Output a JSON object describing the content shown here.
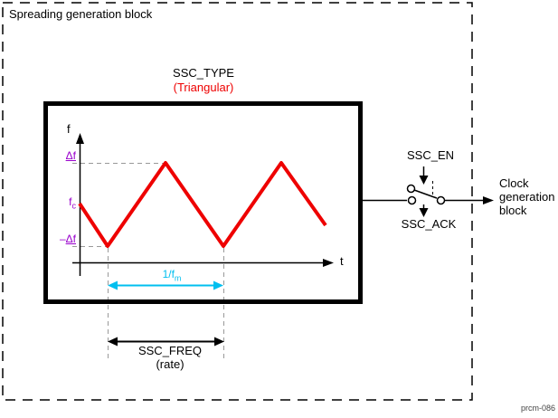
{
  "page": {
    "block_title": "Spreading generation block",
    "figure_code": "prcm-086"
  },
  "ssc_type": {
    "label": "SSC_TYPE",
    "value": "(Triangular)"
  },
  "graph": {
    "y_axis_label": "f",
    "x_axis_label": "t",
    "upper_level_label": "Δf",
    "center_level_base": "f",
    "center_level_sub": "c",
    "lower_level_minus": "–",
    "lower_level_label": "Δf",
    "period_base": "1/f",
    "period_sub": "m"
  },
  "freq_annotation": {
    "label": "SSC_FREQ",
    "value": "(rate)"
  },
  "switch": {
    "enable_label": "SSC_EN",
    "ack_label": "SSC_ACK"
  },
  "output": {
    "label": "Clock generation block"
  },
  "colors": {
    "waveform_red": "#ee0000",
    "level_purple": "#9900cc",
    "period_cyan": "#00bfef",
    "dashed_gray": "#999999",
    "line_black": "#000000"
  }
}
